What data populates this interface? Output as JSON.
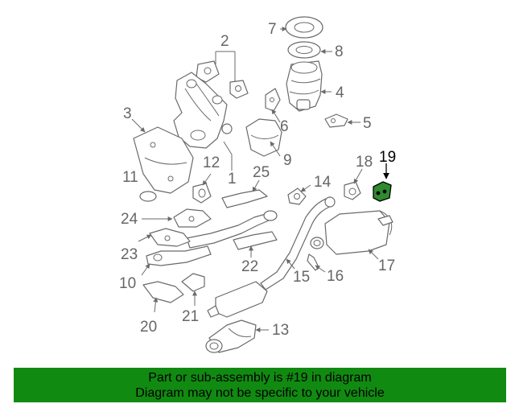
{
  "diagram": {
    "callouts": {
      "c1": "1",
      "c2": "2",
      "c3": "3",
      "c4": "4",
      "c5": "5",
      "c6": "6",
      "c7": "7",
      "c8": "8",
      "c9": "9",
      "c10": "10",
      "c11": "11",
      "c12": "12",
      "c13": "13",
      "c14": "14",
      "c15": "15",
      "c16": "16",
      "c17": "17",
      "c18": "18",
      "c19": "19",
      "c20": "20",
      "c21": "21",
      "c22": "22",
      "c23": "23",
      "c24": "24",
      "c25": "25"
    },
    "highlighted_part": "19",
    "colors": {
      "line": "#6a6a6a",
      "highlight_fill": "#2e8b2e",
      "banner": "#118a11"
    }
  },
  "banner": {
    "line1": "Part or sub-assembly is #19 in diagram",
    "line2": "Diagram may not be specific to your vehicle"
  }
}
